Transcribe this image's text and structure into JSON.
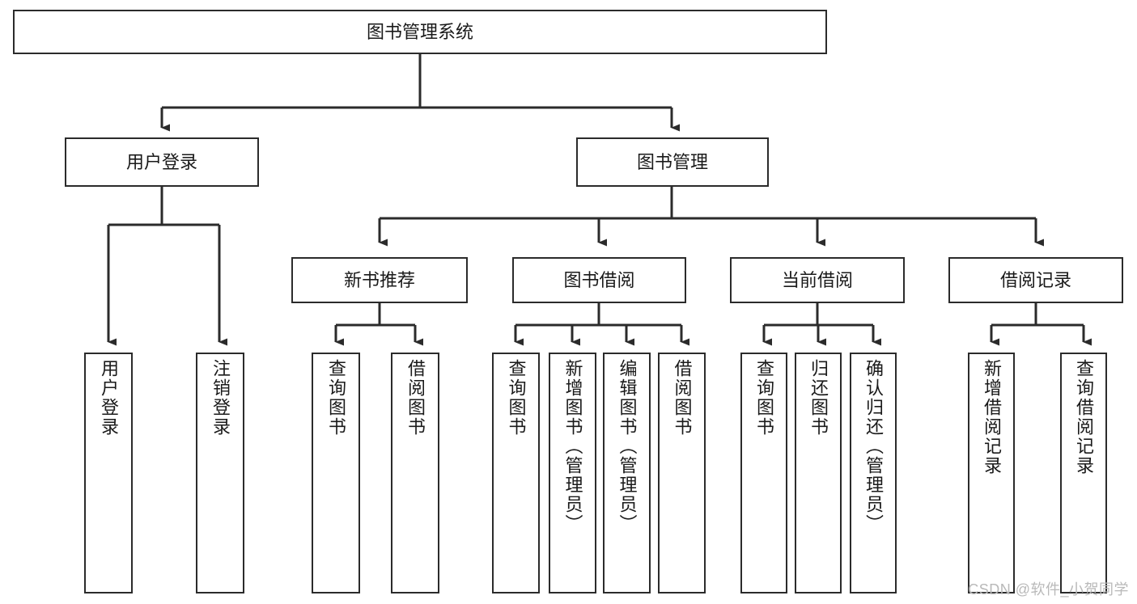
{
  "diagram": {
    "type": "tree",
    "title": "图书管理系统",
    "watermark": "CSDN @软件_小贺同学",
    "stroke_color": "#2b2b2b",
    "fill_color": "#ffffff",
    "text_color": "#1a1a1a",
    "nodes": {
      "root": {
        "label": "图书管理系统"
      },
      "level1": [
        {
          "label": "用户登录"
        },
        {
          "label": "图书管理"
        }
      ],
      "level2": [
        {
          "label": "新书推荐"
        },
        {
          "label": "图书借阅"
        },
        {
          "label": "当前借阅"
        },
        {
          "label": "借阅记录"
        }
      ],
      "leaves": [
        {
          "label": "用户登录"
        },
        {
          "label": "注销登录"
        },
        {
          "label": "查询图书"
        },
        {
          "label": "借阅图书"
        },
        {
          "label": "查询图书"
        },
        {
          "label": "新增图书（管理员）"
        },
        {
          "label": "编辑图书（管理员）"
        },
        {
          "label": "借阅图书"
        },
        {
          "label": "查询图书"
        },
        {
          "label": "归还图书"
        },
        {
          "label": "确认归还（管理员）"
        },
        {
          "label": "新增借阅记录"
        },
        {
          "label": "查询借阅记录"
        }
      ]
    }
  }
}
